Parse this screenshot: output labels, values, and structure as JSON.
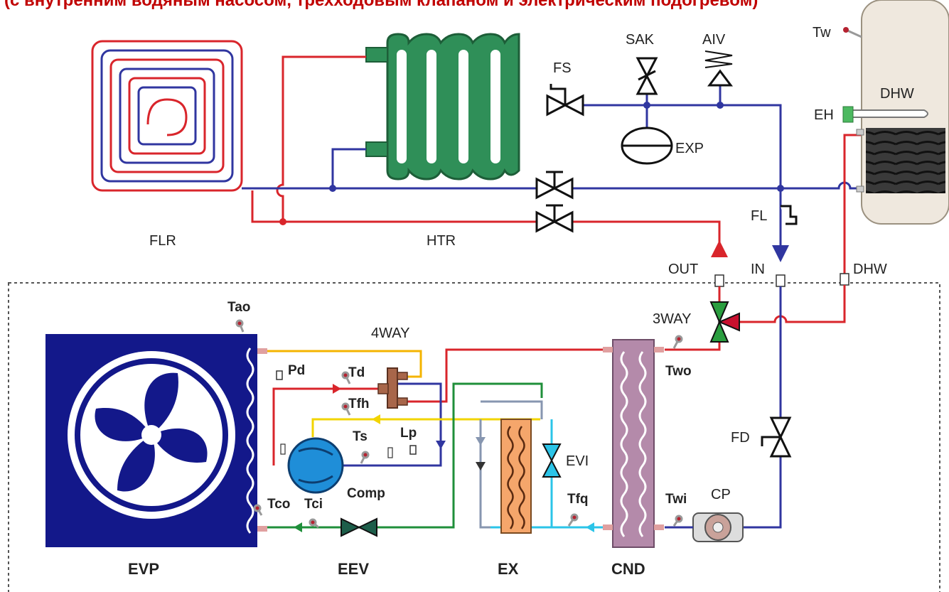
{
  "header": {
    "title": "(с внутренним водяным насосом, трехходовым клапаном и электрическим подогревом)"
  },
  "colors": {
    "hot": "#d9252b",
    "cold": "#3036a0",
    "liquid": "#1f8f3a",
    "suction": "#f2d400",
    "gas": "#f4b400",
    "evi": "#2bc4e8",
    "evp_panel": "#13188a",
    "cnd": "#b48aaa",
    "ex": "#f5a66b",
    "tank": "#efe8de"
  },
  "labels": {
    "flr": "FLR",
    "htr": "HTR",
    "sak": "SAK",
    "aiv": "AIV",
    "fs": "FS",
    "exp": "EXP",
    "tw": "Tw",
    "dhw_tank": "DHW",
    "eh": "EH",
    "fl": "FL",
    "out": "OUT",
    "in": "IN",
    "dhw_port": "DHW",
    "way3": "3WAY",
    "way4": "4WAY",
    "tao": "Tao",
    "pd": "Pd",
    "td": "Td",
    "tfh": "Tfh",
    "ts": "Ts",
    "lp": "Lp",
    "comp": "Comp",
    "tco": "Tco",
    "tci": "Tci",
    "evi": "EVI",
    "tfq": "Tfq",
    "two": "Two",
    "twi": "Twi",
    "fd": "FD",
    "cp": "CP",
    "evp": "EVP",
    "eev": "EEV",
    "ex": "EX",
    "cnd": "CND"
  }
}
